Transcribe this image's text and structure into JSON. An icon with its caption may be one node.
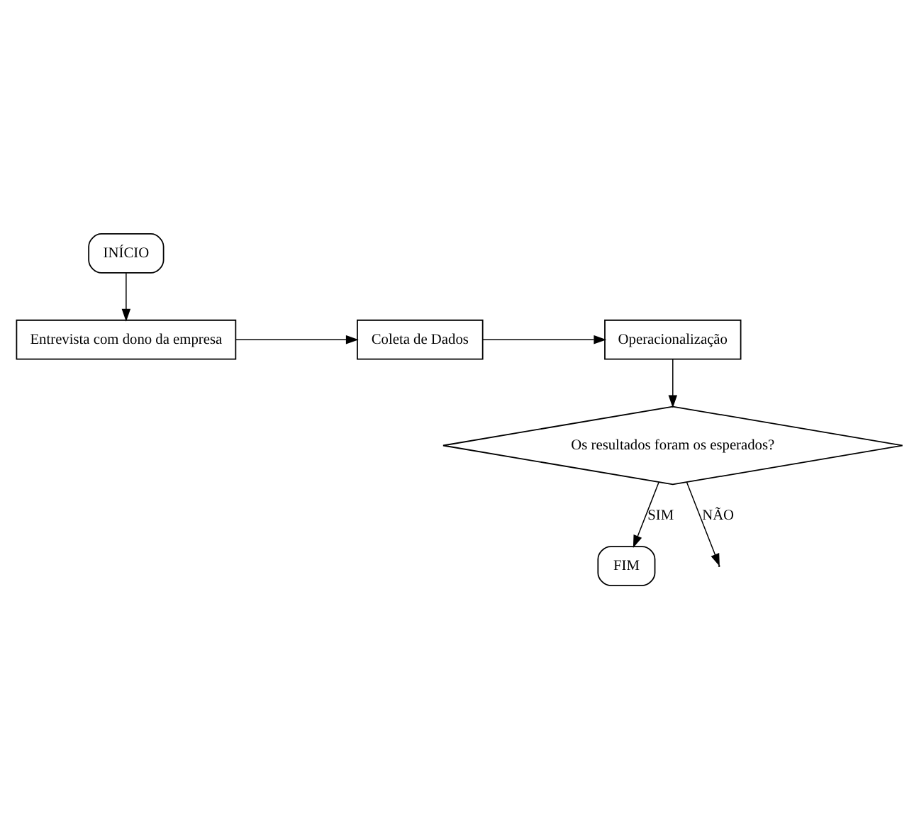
{
  "diagram": {
    "nodes": [
      {
        "text": [
          "INÍCIO"
        ]
      },
      {
        "text": [
          "Entrevista com dono da empresa"
        ]
      },
      {
        "text": [
          "Coleta de Dados"
        ]
      },
      {
        "text": [
          "Operacionalização"
        ]
      },
      {
        "text": [
          "Os resultados foram os esperados?"
        ]
      },
      {
        "text": [
          "FIM"
        ]
      }
    ],
    "edges": [
      {
        "from": 0,
        "to": 1,
        "arrow": "to"
      },
      {
        "from": 1,
        "to": 2,
        "arrow": "to"
      },
      {
        "from": 2,
        "to": 3,
        "arrow": "to"
      },
      {
        "from": 3,
        "to": 4,
        "arrow": "to"
      },
      {
        "from": 4,
        "to": null,
        "arrow": "to",
        "label": "NÃO"
      },
      {
        "from": 4,
        "to": 5,
        "arrow": "to",
        "label": "SIM"
      }
    ]
  }
}
